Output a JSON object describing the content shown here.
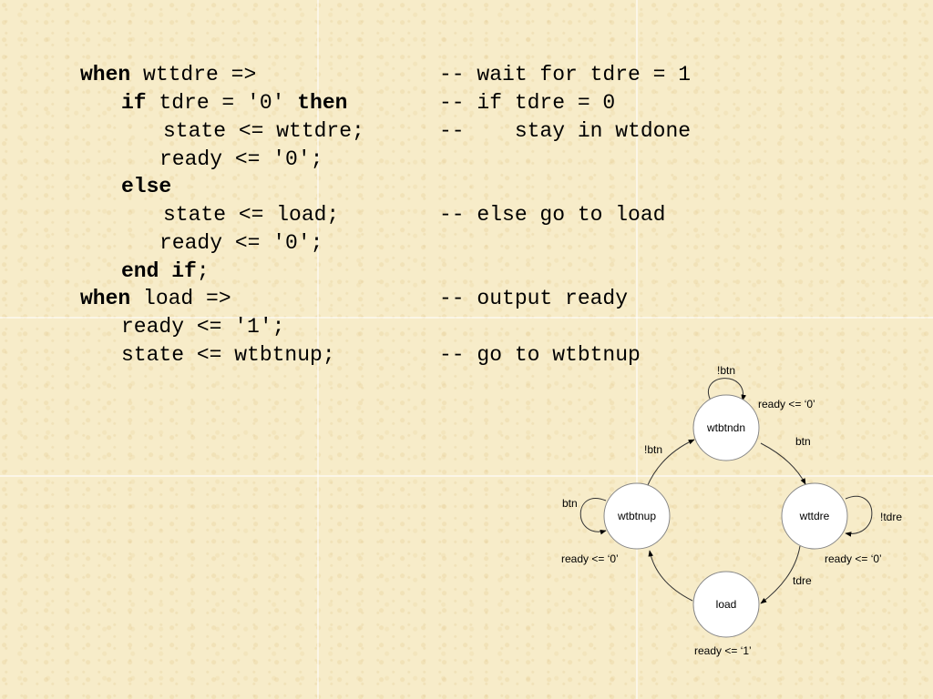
{
  "code": {
    "lines": [
      {
        "kw1": "when",
        "rest": " wttdre =>",
        "comment": "-- wait for tdre = 1"
      },
      {
        "kw1": "if",
        "mid": " tdre = '0' ",
        "kw2": "then",
        "comment": "-- if tdre = 0"
      },
      {
        "rest": "state <= wttdre;",
        "comment": "--    stay in wtdone"
      },
      {
        "rest": "ready <= '0';"
      },
      {
        "kw1": "else"
      },
      {
        "rest": "state <= load;",
        "comment": "-- else go to load"
      },
      {
        "rest": "ready <= '0';"
      },
      {
        "kw1": "end if",
        "rest": ";"
      },
      {
        "kw1": "when",
        "rest": " load =>",
        "comment": "-- output ready"
      },
      {
        "rest": "ready <= '1';"
      },
      {
        "rest": "state <= wtbtnup;",
        "comment": "-- go to wtbtnup"
      }
    ]
  },
  "diagram": {
    "states": {
      "wtbtndn": "wtbtndn",
      "wttdre": "wttdre",
      "load": "load",
      "wtbtnup": "wtbtnup"
    },
    "labels": {
      "wtbtndn_self_cond": "!btn",
      "wtbtndn_output": "ready <= ‘0’",
      "wtbtndn_to_wttdre": "btn",
      "wtbtnup_to_wtbtndn": "!btn",
      "wtbtnup_self_cond": "btn",
      "wtbtnup_output": "ready <= ‘0’",
      "wttdre_self_cond": "!tdre",
      "wttdre_output": "ready <= ‘0’",
      "wttdre_to_load": "tdre",
      "load_output": "ready <= ‘1’"
    }
  }
}
